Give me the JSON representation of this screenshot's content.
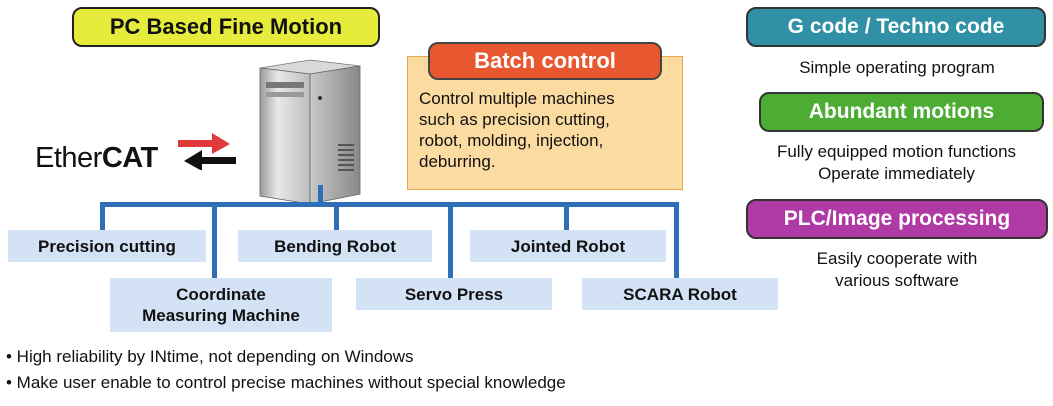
{
  "header": {
    "title": "PC Based Fine Motion"
  },
  "logo": {
    "text": "EtherCAT"
  },
  "batch": {
    "title": "Batch control",
    "lines": [
      "Control multiple machines",
      "such as precision cutting,",
      "robot, molding, injection,",
      "deburring."
    ]
  },
  "features": [
    {
      "title": "G code / Techno code",
      "desc": [
        "Simple operating program"
      ],
      "color": "#2f90a6"
    },
    {
      "title": "Abundant motions",
      "desc": [
        "Fully equipped motion functions",
        "Operate immediately"
      ],
      "color": "#4dac33"
    },
    {
      "title": "PLC/Image processing",
      "desc": [
        "Easily cooperate with",
        "various software"
      ],
      "color": "#af3aa6"
    }
  ],
  "machines": [
    {
      "label": "Precision cutting"
    },
    {
      "label": "Coordinate\nMeasuring Machine"
    },
    {
      "label": "Bending Robot"
    },
    {
      "label": "Servo Press"
    },
    {
      "label": "Jointed Robot"
    },
    {
      "label": "SCARA Robot"
    }
  ],
  "bullets": [
    "• High reliability by INtime, not depending on Windows",
    "• Make user enable to control precise machines without special knowledge"
  ],
  "colors": {
    "bus": "#2f6fb7",
    "machine_bg": "#d3e3f5",
    "batch_bg": "#fcdba1",
    "title_bg": "#e6ec3c"
  }
}
